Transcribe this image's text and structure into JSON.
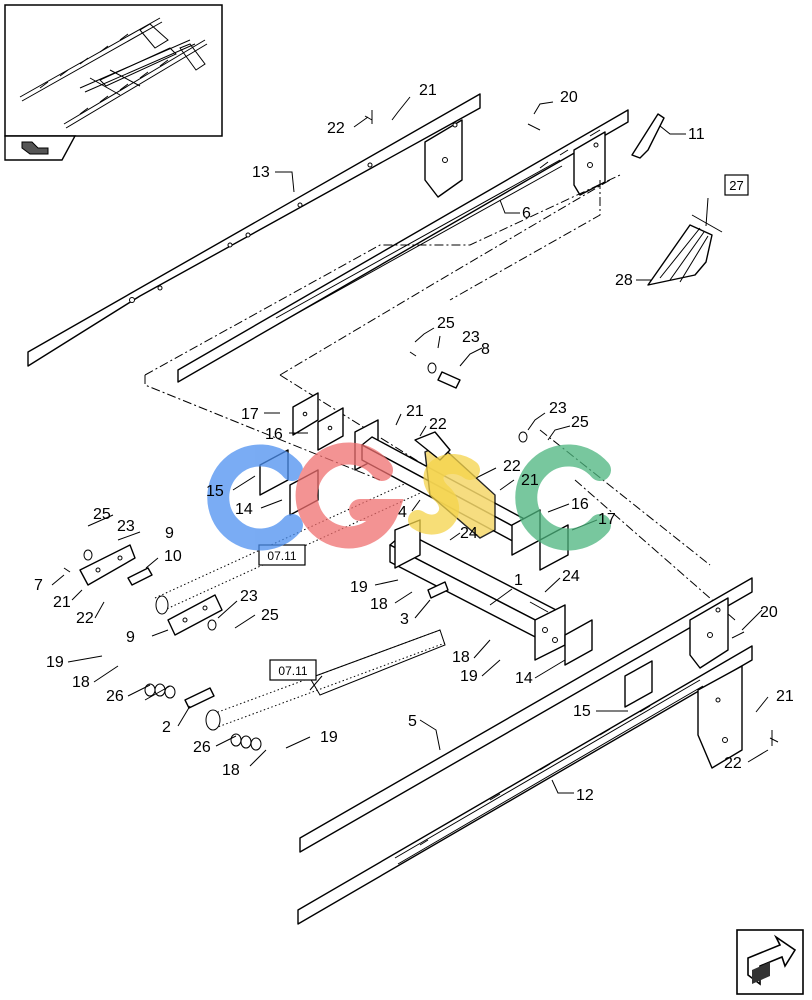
{
  "callouts": {
    "c1": "1",
    "c2": "2",
    "c3": "3",
    "c4": "4",
    "c5": "5",
    "c6": "6",
    "c7": "7",
    "c8": "8",
    "c9a": "9",
    "c9b": "9",
    "c10": "10",
    "c11": "11",
    "c12": "12",
    "c13": "13",
    "c14a": "14",
    "c14b": "14",
    "c15a": "15",
    "c15b": "15",
    "c16a": "16",
    "c16b": "16",
    "c17a": "17",
    "c17b": "17",
    "c18a": "18",
    "c18b": "18",
    "c18c": "18",
    "c18d": "18",
    "c19a": "19",
    "c19b": "19",
    "c19c": "19",
    "c19d": "19",
    "c20a": "20",
    "c20b": "20",
    "c21a": "21",
    "c21b": "21",
    "c21c": "21",
    "c21d": "21",
    "c21e": "21",
    "c22a": "22",
    "c22b": "22",
    "c22c": "22",
    "c22d": "22",
    "c22e": "22",
    "c23a": "23",
    "c23b": "23",
    "c23c": "23",
    "c23d": "23",
    "c24a": "24",
    "c24b": "24",
    "c25a": "25",
    "c25b": "25",
    "c25c": "25",
    "c25d": "25",
    "c26a": "26",
    "c26b": "26",
    "c28": "28"
  },
  "refs": {
    "box27": "27",
    "ref0711a": "07.11",
    "ref0711b": "07.11"
  },
  "watermark": {
    "letters": [
      "C",
      "G",
      "S",
      "C"
    ],
    "colors": [
      "#4d90f0",
      "#ef6f6f",
      "#f5d44a",
      "#4cb57e"
    ]
  },
  "icons": {
    "nav_prev": "arrow-prev-icon",
    "nav_next": "arrow-next-icon"
  }
}
